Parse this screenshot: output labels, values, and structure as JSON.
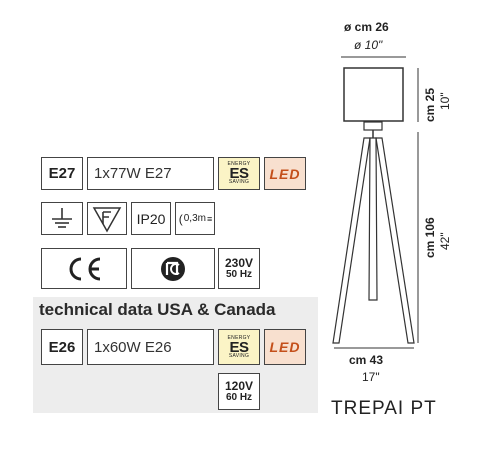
{
  "specs": {
    "socket": "E27",
    "lamp": "1x77W E27",
    "es_label_top": "ENERGY",
    "es_label_mid": "ES",
    "es_label_bottom": "SAVING",
    "led_label": "LED",
    "ip_rating": "IP20",
    "distance_label": "0,3m",
    "voltage": "230V",
    "frequency": "50 Hz"
  },
  "usa": {
    "heading": "technical data USA & Canada",
    "socket": "E26",
    "lamp": "1x60W E26",
    "es_label_top": "ENERGY",
    "es_label_mid": "ES",
    "es_label_bottom": "SAVING",
    "led_label": "LED",
    "voltage": "120V",
    "frequency": "60 Hz"
  },
  "dimensions": {
    "diameter_cm": "ø cm 26",
    "diameter_in": "ø 10\"",
    "shade_height_cm": "cm 25",
    "shade_height_in": "10\"",
    "total_height_cm": "cm 106",
    "total_height_in": "42\"",
    "base_width_cm": "cm 43",
    "base_width_in": "17\""
  },
  "product": {
    "name": "TREPAI PT"
  },
  "colors": {
    "es_background": "#fbf4c6",
    "led_background": "#f8e0cf",
    "led_text": "#c4501b",
    "usa_panel": "#ededed"
  }
}
